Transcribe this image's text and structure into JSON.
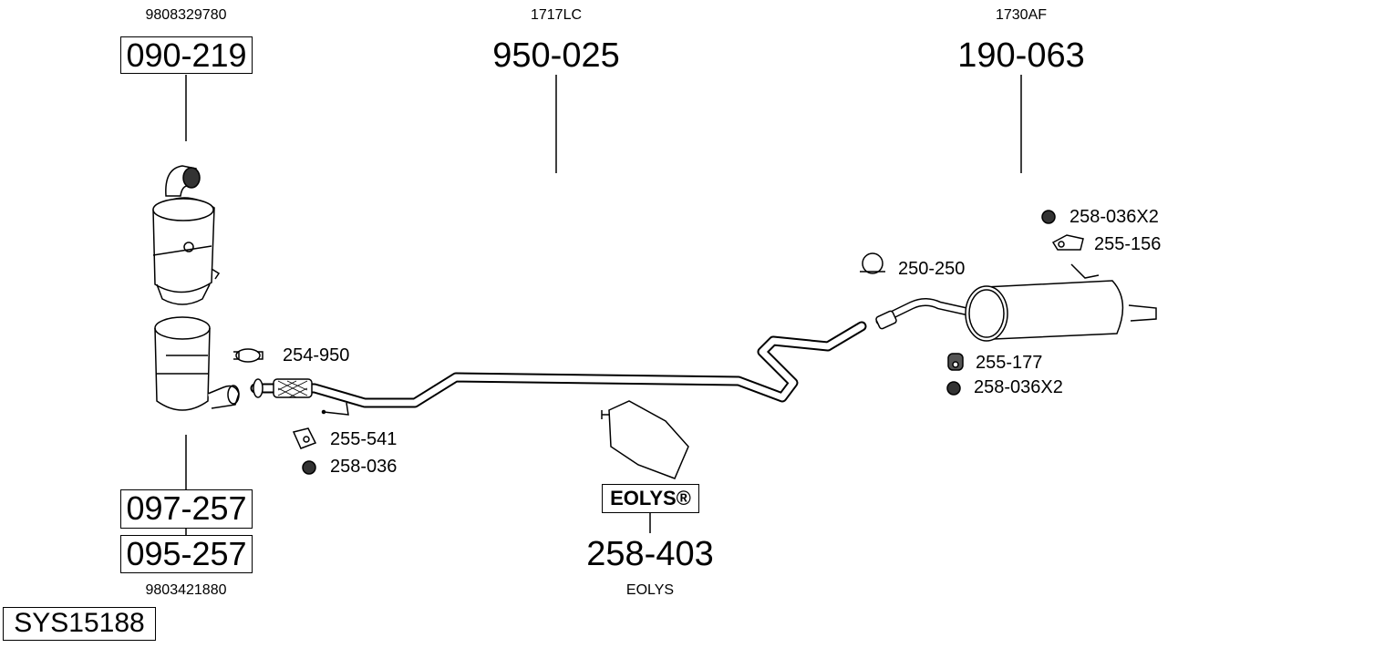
{
  "dpf": {
    "oem": "9808329780",
    "part": "090-219"
  },
  "middle_pipe": {
    "oem": "1717LC",
    "part": "950-025"
  },
  "rear_silencer": {
    "oem": "1730AF",
    "part": "190-063"
  },
  "catalyst": {
    "parts": [
      "097-257",
      "095-257"
    ],
    "oem": "9803421880"
  },
  "accessories": {
    "clamp_front": "254-950",
    "hanger_front": "255-541",
    "nut_front": "258-036",
    "clamp_rear": "250-250",
    "nut_rear_top": "258-036X2",
    "hanger_rear_top": "255-156",
    "hanger_rear_bottom": "255-177",
    "nut_rear_bottom": "258-036X2"
  },
  "eolys": {
    "badge": "EOLYS®",
    "part": "258-403",
    "caption": "EOLYS"
  },
  "system_id": "SYS15188"
}
